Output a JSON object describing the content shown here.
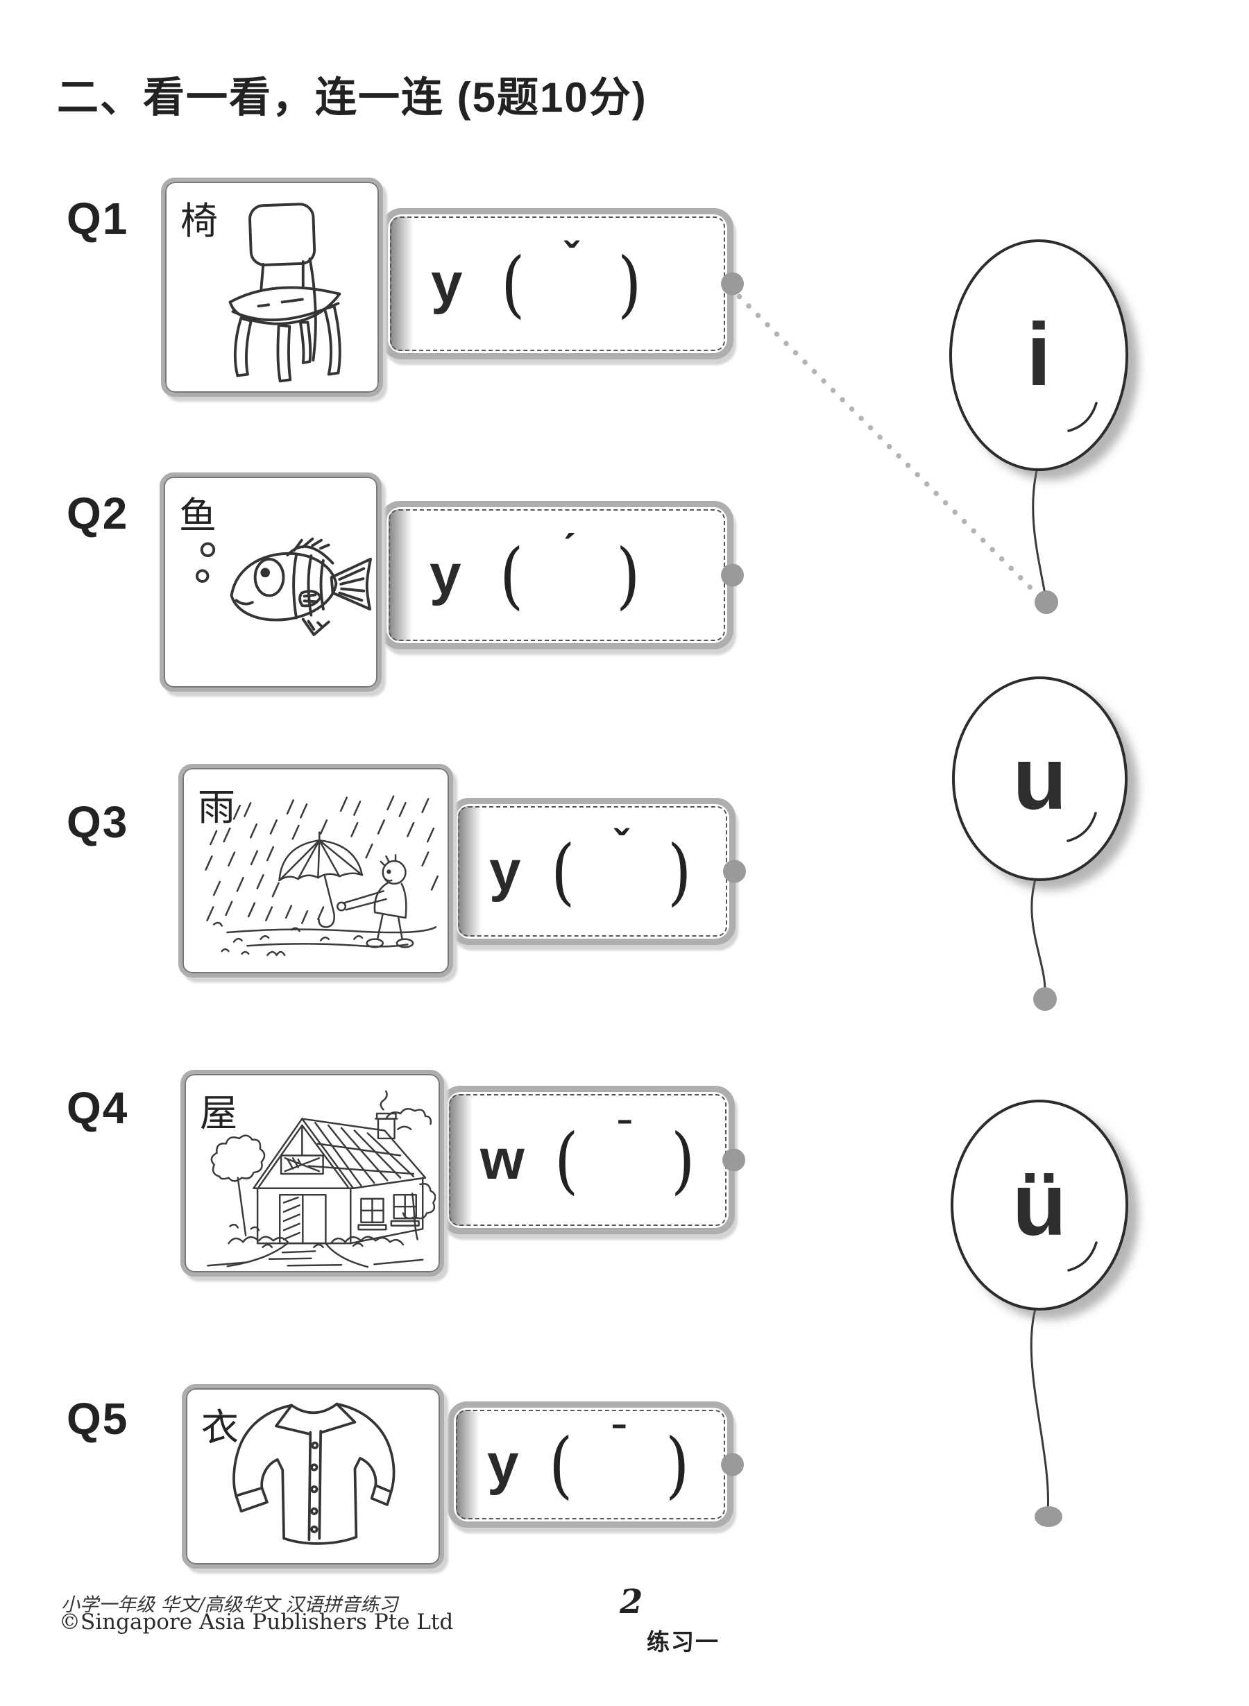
{
  "title": "二、看一看，连一连 (5题10分)",
  "questions": [
    {
      "label": "Q1",
      "hanzi": "椅",
      "initial": "y",
      "tone": "ˇ",
      "picture": "chair"
    },
    {
      "label": "Q2",
      "hanzi": "鱼",
      "initial": "y",
      "tone": "ˊ",
      "picture": "fish"
    },
    {
      "label": "Q3",
      "hanzi": "雨",
      "initial": "y",
      "tone": "ˇ",
      "picture": "rain"
    },
    {
      "label": "Q4",
      "hanzi": "屋",
      "initial": "w",
      "tone": "ˉ",
      "picture": "house"
    },
    {
      "label": "Q5",
      "hanzi": "衣",
      "initial": "y",
      "tone": "ˉ",
      "picture": "shirt"
    }
  ],
  "tag": {
    "paren_open": "(",
    "paren_close": ")"
  },
  "balloons": [
    {
      "letter": "i"
    },
    {
      "letter": "u"
    },
    {
      "letter": "ü"
    }
  ],
  "connection": {
    "from": "Q1",
    "to": "i",
    "style": "dotted"
  },
  "footer": {
    "series": "小学一年级 华文/高级华文 汉语拼音练习",
    "copyright": "©Singapore Asia Publishers Pte Ltd",
    "page": "2",
    "exercise": "练习一"
  },
  "colors": {
    "ink": "#222222",
    "box_border": "#adadad",
    "dashed_border": "#555555",
    "dot": "#9a9a9a",
    "balloon_outline": "#2c2c2c",
    "shadow": "#d4d4d4"
  }
}
